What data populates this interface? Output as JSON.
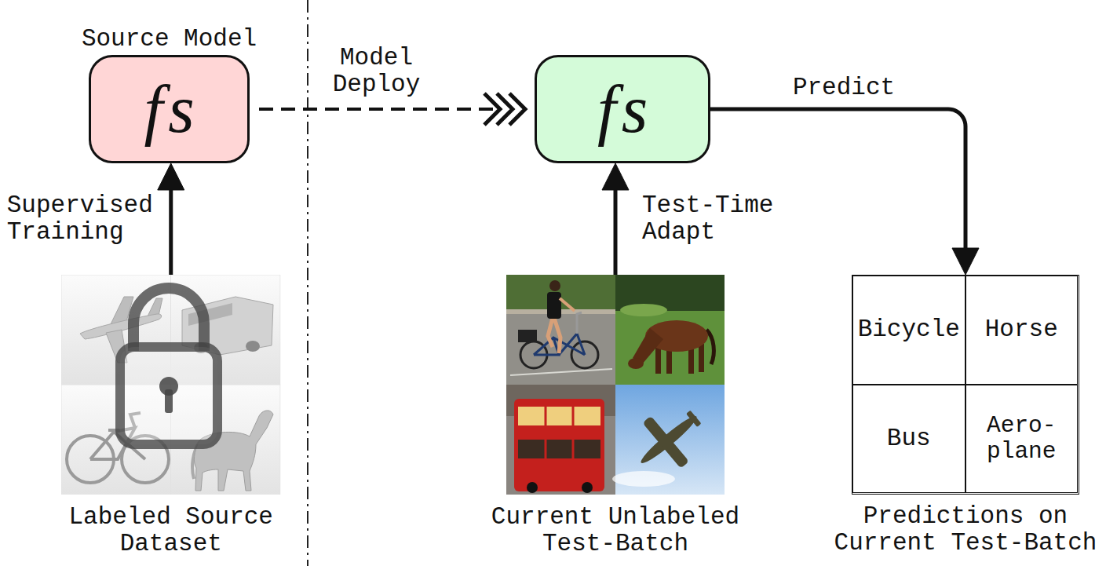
{
  "diagram": {
    "nodes": [
      {
        "text": [
          "Source Model",
          "fs"
        ]
      },
      {
        "text": [
          "Labeled Source Dataset"
        ]
      },
      {
        "text": [
          "fs"
        ]
      },
      {
        "text": [
          "Current Unlabeled Test-Batch"
        ]
      },
      {
        "text": [
          "Predictions on Current Test-Batch"
        ]
      },
      {
        "text": [
          "Bicycle"
        ],
        "in": 4
      },
      {
        "text": [
          "Horse"
        ],
        "in": 4
      },
      {
        "text": [
          "Bus"
        ],
        "in": 4
      },
      {
        "text": [
          "Aero- plane"
        ],
        "in": 4
      }
    ],
    "edges": [
      {
        "from": 1,
        "to": 0,
        "arrow": "to",
        "label": "Supervised Training"
      },
      {
        "from": 0,
        "to": 2,
        "arrow": "to",
        "label": "Model Deploy"
      },
      {
        "from": 3,
        "to": 2,
        "arrow": "to",
        "label": "Test-Time Adapt"
      },
      {
        "from": 2,
        "to": 4,
        "arrow": "to",
        "label": "Predict"
      }
    ]
  }
}
